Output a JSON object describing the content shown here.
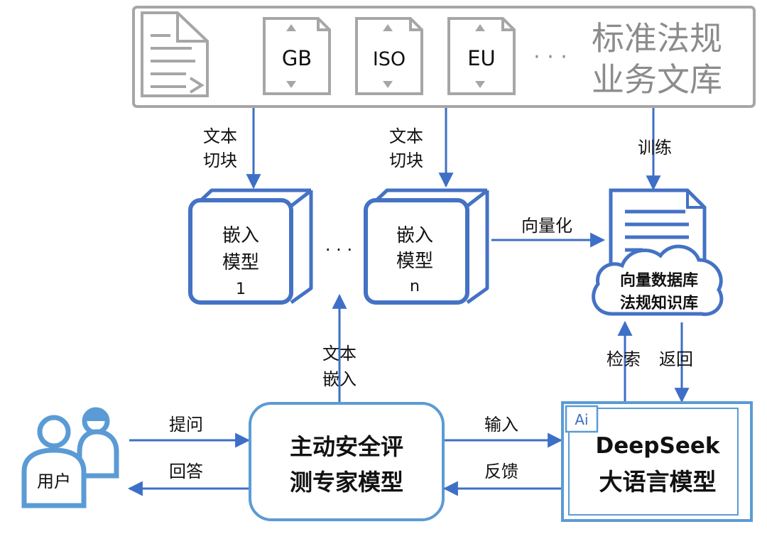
{
  "library": {
    "docs": [
      "GB",
      "ISO",
      "EU"
    ],
    "ellipsis": "· · ·",
    "title_line1": "标准法规",
    "title_line2": "业务文库"
  },
  "arrows": {
    "chunk_left": [
      "文本",
      "切块"
    ],
    "chunk_right": [
      "文本",
      "切块"
    ],
    "train": "训练",
    "vectorize": "向量化",
    "text_embed": [
      "文本",
      "嵌入"
    ],
    "retrieve": "检索",
    "return": "返回",
    "ask": "提问",
    "answer": "回答",
    "input": "输入",
    "feedback": "反馈"
  },
  "embed_models": [
    {
      "line1": "嵌入",
      "line2": "模型",
      "line3": "1"
    },
    {
      "line1": "嵌入",
      "line2": "模型",
      "line3": "n"
    }
  ],
  "embed_ellipsis": "· · ·",
  "vector_db": {
    "line1": "向量数据库",
    "line2": "法规知识库"
  },
  "user": {
    "label": "用户"
  },
  "expert": {
    "line1": "主动安全评",
    "line2": "测专家模型"
  },
  "llm": {
    "badge": "Ai",
    "line1": "DeepSeek",
    "line2": "大语言模型"
  },
  "colors": {
    "blue": "#3d6fc6",
    "lightblue": "#5b9bd5",
    "grey": "#a6a6a6"
  }
}
